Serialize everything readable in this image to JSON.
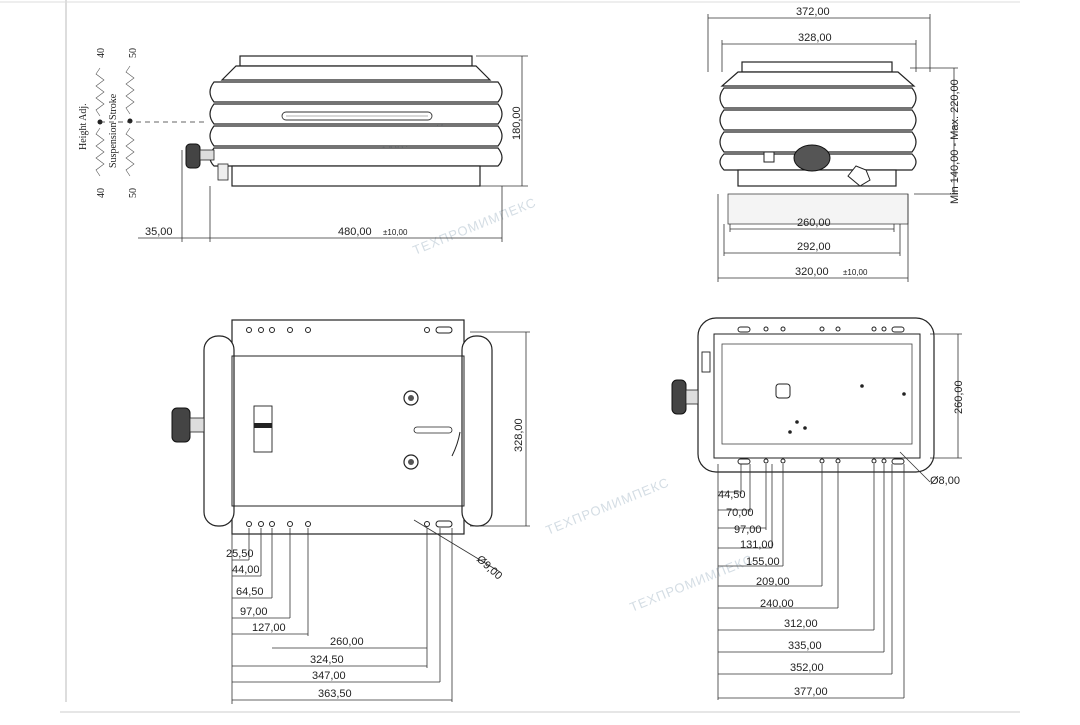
{
  "watermark": "ТЕХПРОМИМПЕКС",
  "left_legend": {
    "height_label": "Height Adj.",
    "stroke_label": "Suspension Stroke",
    "height_top": "40",
    "height_bottom": "40",
    "stroke_top": "50",
    "stroke_bottom": "50"
  },
  "side_view": {
    "height": "180,00",
    "offset": "35,00",
    "length": "480,00",
    "length_tol": "±10,00"
  },
  "front_view": {
    "top_width": "372,00",
    "inner_width": "328,00",
    "height_range": "Min 140,00 - Max. 220,00",
    "base_inner": "260,00",
    "base_mid": "292,00",
    "base_outer": "320,00",
    "base_tol": "±10,00"
  },
  "bottom_left": {
    "depth": "328,00",
    "hole_dia": "Ø9,00",
    "dims": [
      "25,50",
      "44,00",
      "64,50",
      "97,00",
      "127,00",
      "260,00",
      "324,50",
      "347,00",
      "363,50"
    ]
  },
  "bottom_right": {
    "depth": "260,00",
    "hole_dia": "Ø8,00",
    "dims": [
      "44,50",
      "70,00",
      "97,00",
      "131,00",
      "155,00",
      "209,00",
      "240,00",
      "312,00",
      "335,00",
      "352,00",
      "377,00"
    ]
  }
}
